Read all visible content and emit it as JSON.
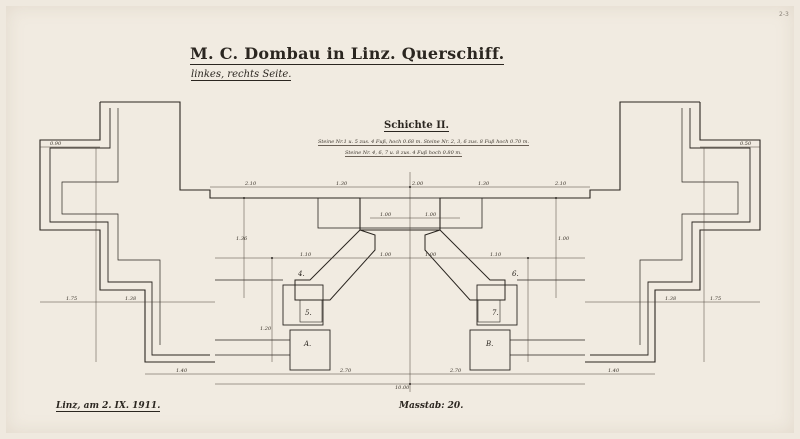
{
  "drawing": {
    "title": "M. C. Dombau in Linz. Querschiff.",
    "subtitle": "linkes, rechts Seite.",
    "layer_title": "Schichte II.",
    "spec_line_1": "Steine Nr.1 u. 5 zus. 4 Fuß, hoch 0.68 m. Steine Nr. 2, 3, 6 zus. 8 Fuß hoch 0.70 m.",
    "spec_line_2": "Steine Nr. 4, 6, 7 u. 8 zus. 4 Fuß hoch 0.80 m.",
    "place_date": "Linz, am 2. IX. 1911.",
    "scale": "Masstab: 20.",
    "corner_mark": "2-3"
  },
  "dimensions": {
    "top_span": [
      "2.10",
      "1.30",
      "2.00",
      "1.30",
      "2.10"
    ],
    "bottom_total": "10.00",
    "bottom_halves": [
      "2.70",
      "2.70"
    ],
    "left_widths": [
      "1.75",
      "1.38",
      "1.40"
    ],
    "right_widths": [
      "1.75",
      "1.38",
      "1.40"
    ],
    "inner_top": [
      "1.00",
      "1.00"
    ],
    "center_span": [
      "1.10",
      "1.00",
      "1.00",
      "1.10"
    ],
    "sides": [
      "0.90",
      "0.50",
      "1.36",
      "1.00",
      "1.20"
    ]
  },
  "labels": {
    "piece_a": "A.",
    "piece_b": "B.",
    "piece_4": "4.",
    "piece_5": "5.",
    "piece_6": "6.",
    "piece_7": "7."
  }
}
